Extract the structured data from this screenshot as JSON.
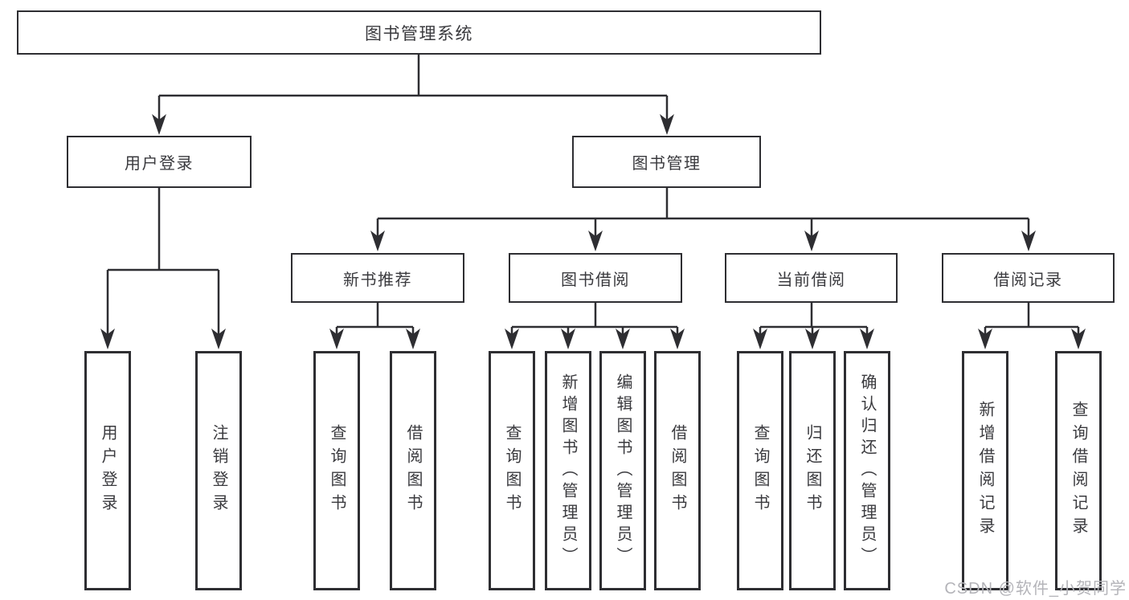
{
  "diagram": {
    "root": {
      "label": "图书管理系统"
    },
    "branches": [
      {
        "label": "用户登录",
        "children": [
          {
            "label": "用户登录"
          },
          {
            "label": "注销登录"
          }
        ]
      },
      {
        "label": "图书管理",
        "children": [
          {
            "label": "新书推荐",
            "children": [
              {
                "label": "查询图书"
              },
              {
                "label": "借阅图书"
              }
            ]
          },
          {
            "label": "图书借阅",
            "children": [
              {
                "label": "查询图书"
              },
              {
                "label": "新增图书（管理员）"
              },
              {
                "label": "编辑图书（管理员）"
              },
              {
                "label": "借阅图书"
              }
            ]
          },
          {
            "label": "当前借阅",
            "children": [
              {
                "label": "查询图书"
              },
              {
                "label": "归还图书"
              },
              {
                "label": "确认归还（管理员）"
              }
            ]
          },
          {
            "label": "借阅记录",
            "children": [
              {
                "label": "新增借阅记录"
              },
              {
                "label": "查询借阅记录"
              }
            ]
          }
        ]
      }
    ]
  },
  "watermark": {
    "text": "CSDN @软件_小贺同学"
  },
  "colors": {
    "line": "#2e2e32",
    "text": "#3a3a3e",
    "watermark": "#b4b4b9",
    "background": "#ffffff"
  }
}
